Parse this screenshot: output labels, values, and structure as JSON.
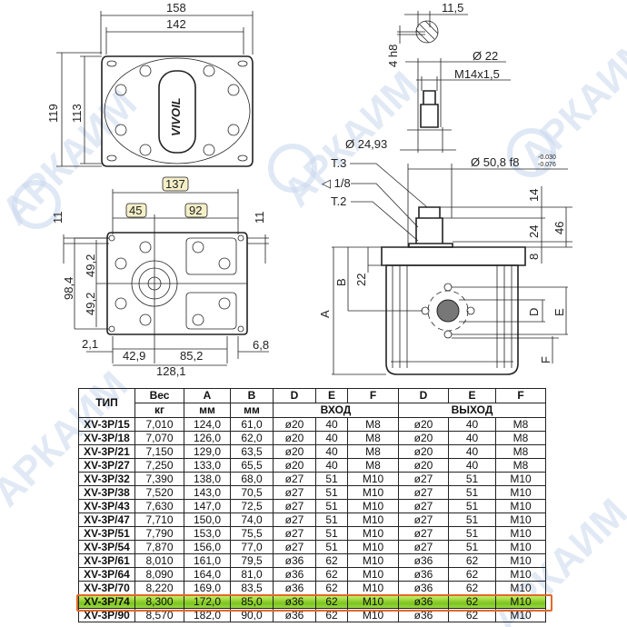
{
  "watermark": "АРКАИМ",
  "top_view": {
    "width_outer": "158",
    "width_inner": "142",
    "height_outer": "119",
    "height_inner": "113",
    "brand": "VIVOIL"
  },
  "flange_view": {
    "overall": "137",
    "left": "45",
    "right": "92",
    "top_left": "11",
    "top_right": "11",
    "height": "98,4",
    "half_upper": "49,2",
    "half_lower": "49,2",
    "offset_left": "2,1",
    "offset_right": "6,8",
    "hole_left": "42,9",
    "hole_right": "85,2",
    "hole_span": "128,1"
  },
  "side_view": {
    "key_width": "11,5",
    "key_height": "4 h8",
    "dia_22": "Ø 22",
    "thread": "M14x1,5",
    "dia_2493": "Ø 24,93",
    "t3": "T.3",
    "taper": "◁ 1/8",
    "t2": "T.2",
    "pilot": "Ø 50,8 f8",
    "tol_upper": "-0.030",
    "tol_lower": "-0.076",
    "d14": "14",
    "d24": "24",
    "d46": "46",
    "d8": "8",
    "label_a": "A",
    "label_b": "B",
    "d22": "22",
    "label_d": "D",
    "label_e": "E",
    "label_f": "F"
  },
  "table": {
    "headers_top": [
      "ТИП",
      "Вес",
      "A",
      "B",
      "D",
      "E",
      "F",
      "D",
      "E",
      "F"
    ],
    "headers_sub": [
      "кг",
      "мм",
      "мм",
      "ВХОД",
      "ВЫХОД"
    ],
    "highlight_color": "#7cc51e",
    "rows": [
      [
        "XV-3P/15",
        "7,010",
        "124,0",
        "61,0",
        "ø20",
        "40",
        "M8",
        "ø20",
        "40",
        "M8"
      ],
      [
        "XV-3P/18",
        "7,070",
        "126,0",
        "62,0",
        "ø20",
        "40",
        "M8",
        "ø20",
        "40",
        "M8"
      ],
      [
        "XV-3P/21",
        "7,150",
        "129,0",
        "63,5",
        "ø20",
        "40",
        "M8",
        "ø20",
        "40",
        "M8"
      ],
      [
        "XV-3P/27",
        "7,250",
        "133,0",
        "65,5",
        "ø20",
        "40",
        "M8",
        "ø20",
        "40",
        "M8"
      ],
      [
        "XV-3P/32",
        "7,390",
        "138,0",
        "68,0",
        "ø27",
        "51",
        "M10",
        "ø27",
        "51",
        "M10"
      ],
      [
        "XV-3P/38",
        "7,520",
        "143,0",
        "70,5",
        "ø27",
        "51",
        "M10",
        "ø27",
        "51",
        "M10"
      ],
      [
        "XV-3P/43",
        "7,630",
        "147,0",
        "72,5",
        "ø27",
        "51",
        "M10",
        "ø27",
        "51",
        "M10"
      ],
      [
        "XV-3P/47",
        "7,710",
        "150,0",
        "74,0",
        "ø27",
        "51",
        "M10",
        "ø27",
        "51",
        "M10"
      ],
      [
        "XV-3P/51",
        "7,790",
        "153,0",
        "75,5",
        "ø27",
        "51",
        "M10",
        "ø27",
        "51",
        "M10"
      ],
      [
        "XV-3P/54",
        "7,870",
        "156,0",
        "77,0",
        "ø27",
        "51",
        "M10",
        "ø27",
        "51",
        "M10"
      ],
      [
        "XV-3P/61",
        "8,010",
        "161,0",
        "79,5",
        "ø36",
        "62",
        "M10",
        "ø36",
        "62",
        "M10"
      ],
      [
        "XV-3P/64",
        "8,090",
        "164,0",
        "81,0",
        "ø36",
        "62",
        "M10",
        "ø36",
        "62",
        "M10"
      ],
      [
        "XV-3P/70",
        "8,220",
        "169,0",
        "83,5",
        "ø36",
        "62",
        "M10",
        "ø36",
        "62",
        "M10"
      ],
      [
        "XV-3P/74",
        "8,300",
        "172,0",
        "85,0",
        "ø36",
        "62",
        "M10",
        "ø36",
        "62",
        "M10"
      ],
      [
        "XV-3P/90",
        "8,570",
        "182,0",
        "90,0",
        "ø36",
        "62",
        "M10",
        "ø36",
        "62",
        "M10"
      ]
    ]
  }
}
